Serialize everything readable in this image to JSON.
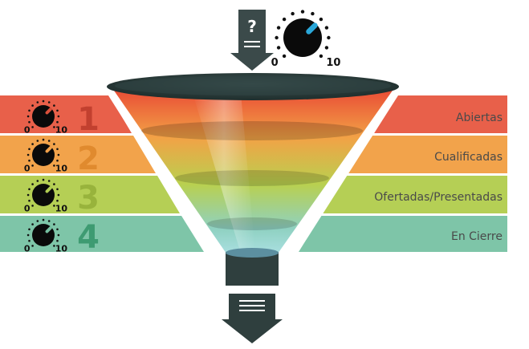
{
  "intake": {
    "label": "?",
    "dial": {
      "min": "0",
      "max": "10",
      "needle_color": "#2aa7d9"
    }
  },
  "stages": [
    {
      "number": "1",
      "label": "Abiertas",
      "color": "#e8604a",
      "number_color": "#c2402f",
      "needle_color": "#d9503b"
    },
    {
      "number": "2",
      "label": "Cualificadas",
      "color": "#f2a34b",
      "number_color": "#e08a2e",
      "needle_color": "#f0a04a"
    },
    {
      "number": "3",
      "label": "Ofertadas/Presentadas",
      "color": "#b5cf55",
      "number_color": "#98b33c",
      "needle_color": "#b0cc52"
    },
    {
      "number": "4",
      "label": "En Cierre",
      "color": "#7ec5a8",
      "number_color": "#3e9b72",
      "needle_color": "#76bfa0"
    }
  ],
  "dial_scale": {
    "min": "0",
    "max": "10"
  },
  "colors": {
    "funnel_rim": "#2c3e3d",
    "arrow": "#2f3f3e"
  }
}
